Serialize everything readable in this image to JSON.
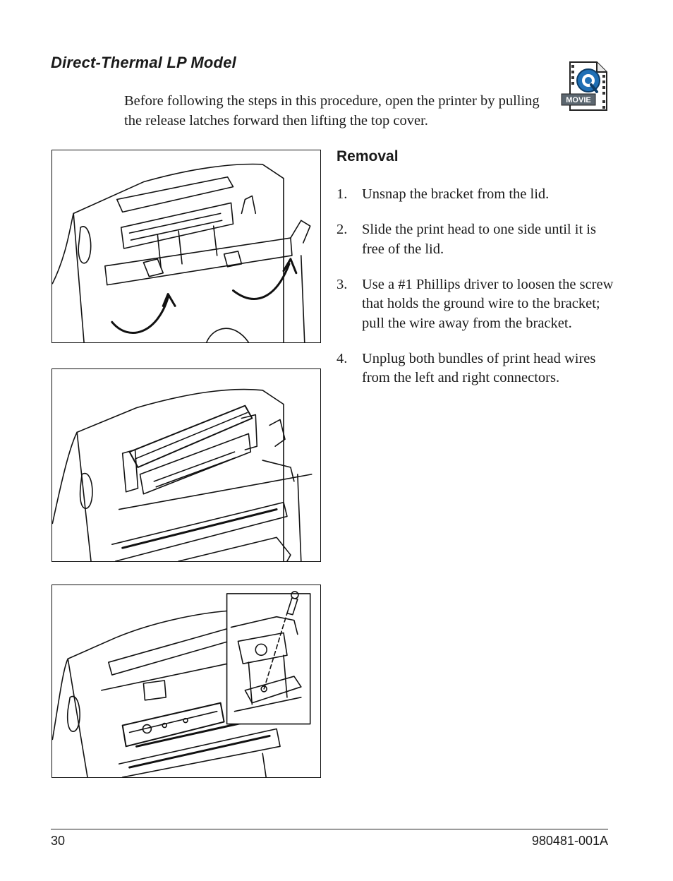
{
  "heading": "Direct-Thermal LP Model",
  "intro": "Before following the steps in this procedure, open the printer by pulling the release latches forward then lifting the top cover.",
  "movie_icon": {
    "label": "MOVIE",
    "icon": "quicktime-movie-icon",
    "accent": "#1f6fb5"
  },
  "section_heading": "Removal",
  "steps": [
    {
      "num": "1.",
      "text": "Unsnap the bracket from the lid."
    },
    {
      "num": "2.",
      "text": "Slide the print head to one side until it is free of the lid."
    },
    {
      "num": "3.",
      "text": "Use a #1 Phillips driver to loosen the screw that holds the ground wire to the bracket; pull the wire away from the bracket."
    },
    {
      "num": "4.",
      "text": "Unplug both bundles of print head wires from the left and right connectors."
    }
  ],
  "footer": {
    "page_number": "30",
    "doc_number": "980481-001A"
  }
}
